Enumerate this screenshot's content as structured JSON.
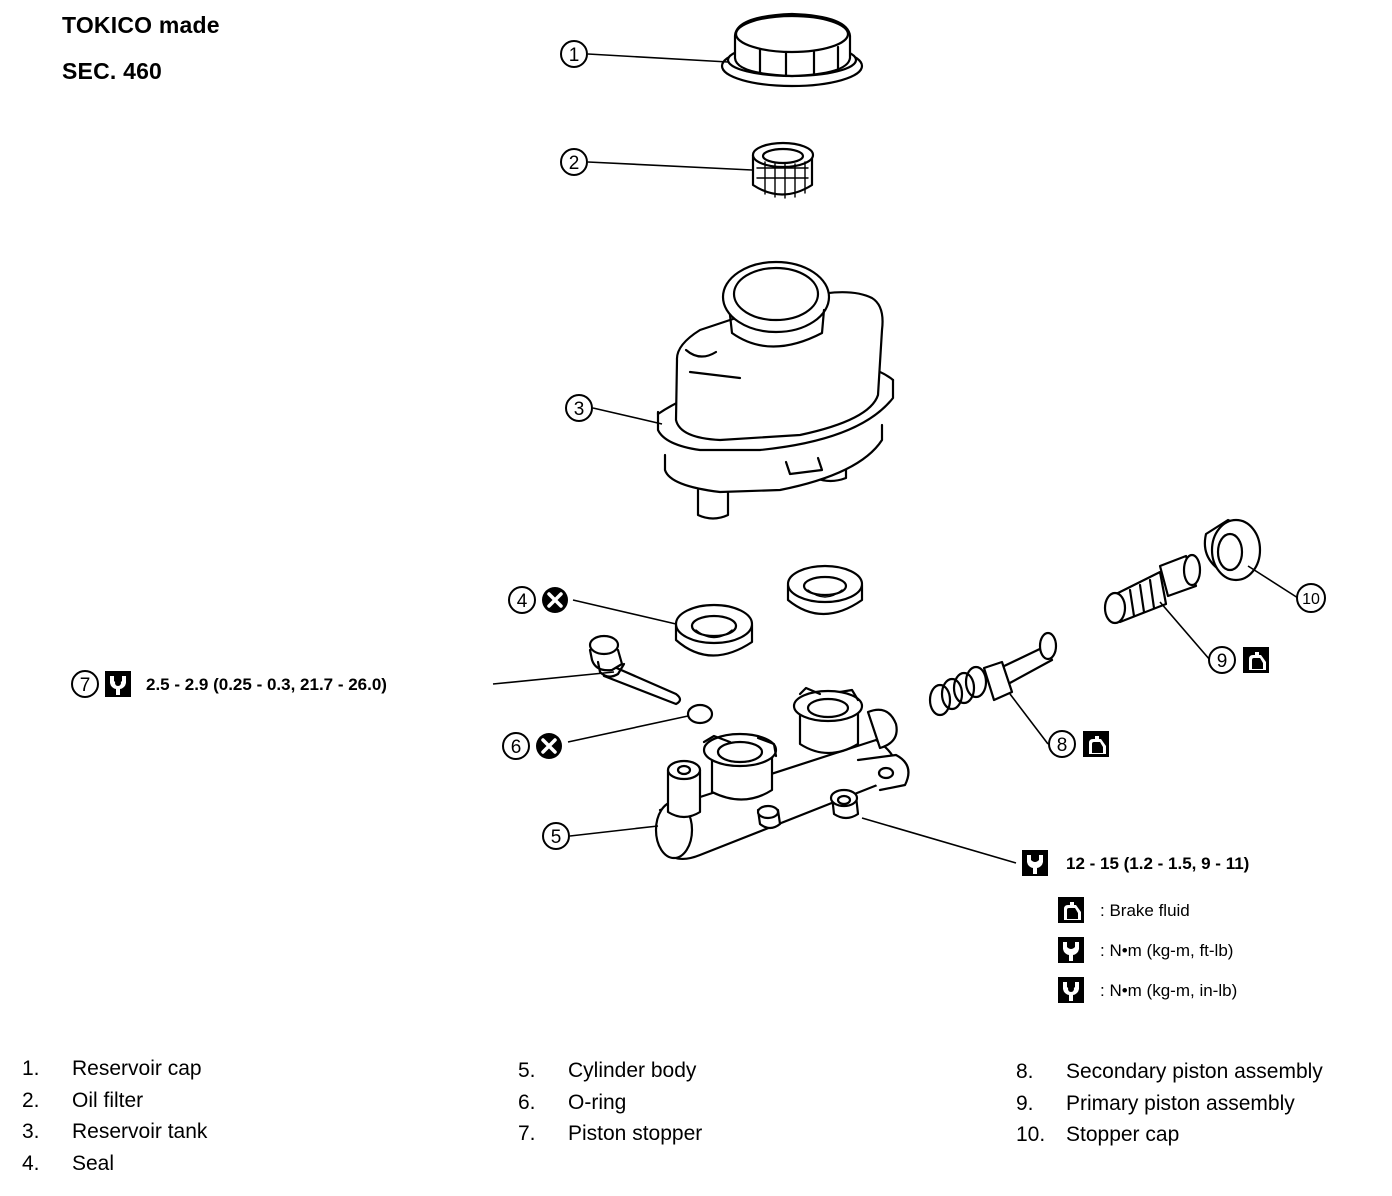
{
  "header": {
    "maker": "TOKICO made",
    "section": "SEC. 460"
  },
  "callouts": [
    {
      "id": "1",
      "part": "Reservoir cap"
    },
    {
      "id": "2",
      "part": "Oil filter"
    },
    {
      "id": "3",
      "part": "Reservoir tank"
    },
    {
      "id": "4",
      "part": "Seal"
    },
    {
      "id": "5",
      "part": "Cylinder body"
    },
    {
      "id": "6",
      "part": "O-ring"
    },
    {
      "id": "7",
      "part": "Piston stopper"
    },
    {
      "id": "8",
      "part": "Secondary piston assembly"
    },
    {
      "id": "9",
      "part": "Primary piston assembly"
    },
    {
      "id": "10",
      "part": "Stopper cap"
    }
  ],
  "torque": {
    "piston_stopper": "2.5 - 2.9 (0.25 - 0.3, 21.7 - 26.0)",
    "mounting_nut": "12 - 15 (1.2 - 1.5, 9 - 11)"
  },
  "legend": [
    {
      "icon": "brake-fluid-icon",
      "text": ": Brake fluid"
    },
    {
      "icon": "torque-wrench-ftlb-icon",
      "text": ": N•m (kg-m, ft-lb)"
    },
    {
      "icon": "torque-wrench-inlb-icon",
      "text": ": N•m (kg-m, in-lb)"
    }
  ],
  "parts_list": [
    [
      {
        "num": "1.",
        "name": "Reservoir cap"
      },
      {
        "num": "2.",
        "name": "Oil filter"
      },
      {
        "num": "3.",
        "name": "Reservoir tank"
      },
      {
        "num": "4.",
        "name": "Seal"
      }
    ],
    [
      {
        "num": "5.",
        "name": "Cylinder body"
      },
      {
        "num": "6.",
        "name": "O-ring"
      },
      {
        "num": "7.",
        "name": "Piston stopper"
      }
    ],
    [
      {
        "num": "8.",
        "name": "Secondary piston assembly"
      },
      {
        "num": "9.",
        "name": "Primary piston assembly"
      },
      {
        "num": "10.",
        "name": "Stopper cap"
      }
    ]
  ]
}
